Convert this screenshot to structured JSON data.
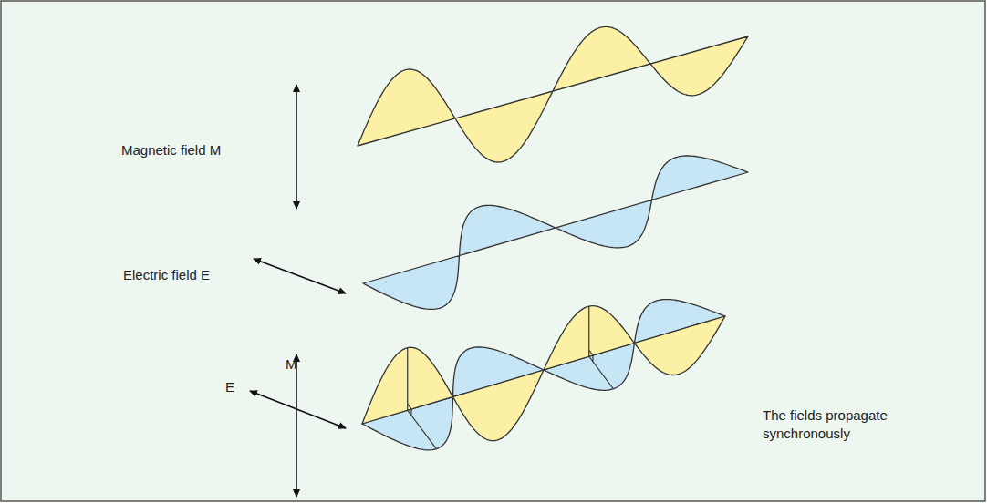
{
  "diagram": {
    "labels": [
      "Magnetic field M",
      "Electric field E",
      "M",
      "E",
      "The fields propagate synchronously"
    ]
  }
}
